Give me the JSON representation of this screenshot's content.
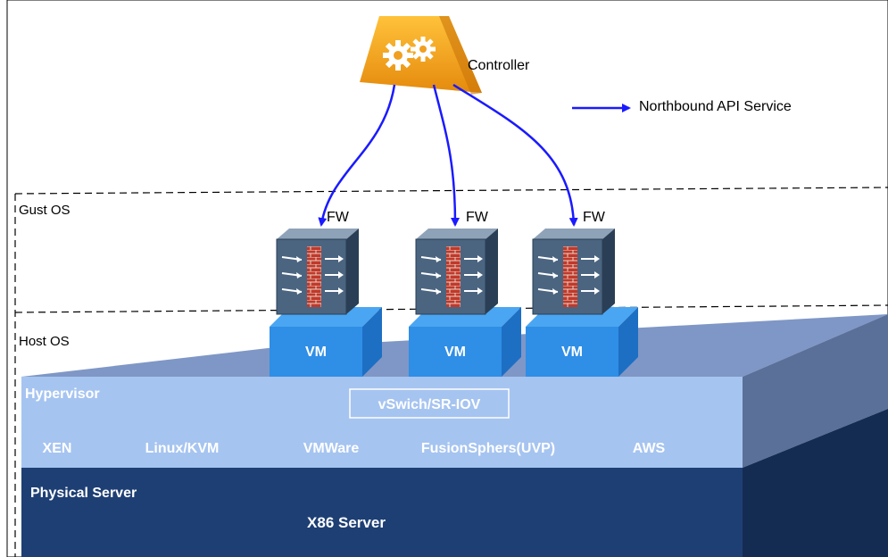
{
  "controller": {
    "label": "Controller",
    "icon": "gears-icon"
  },
  "legend": {
    "label": "Northbound API Service",
    "color": "#1a1aff"
  },
  "layers": {
    "guest_os": "Gust OS",
    "host_os": "Host OS",
    "hypervisor": {
      "title": "Hypervisor",
      "vswitch": "vSwich/SR-IOV",
      "items": [
        "XEN",
        "Linux/KVM",
        "VMWare",
        "FusionSphers(UVP)",
        "AWS"
      ]
    },
    "physical": {
      "title": "Physical Server",
      "subtitle": "X86 Server"
    }
  },
  "nodes": [
    {
      "fw_label": "FW",
      "vm_label": "VM",
      "icon": "firewall-icon"
    },
    {
      "fw_label": "FW",
      "vm_label": "VM",
      "icon": "firewall-icon"
    },
    {
      "fw_label": "FW",
      "vm_label": "VM",
      "icon": "firewall-icon"
    }
  ],
  "colors": {
    "hypervisor_front": "#a6c4f0",
    "hypervisor_top": "#7f97c6",
    "physical_front": "#1e3f74",
    "vm_front": "#2f8ee6",
    "arrow": "#1a1aff",
    "controller": "#f4a51d"
  }
}
